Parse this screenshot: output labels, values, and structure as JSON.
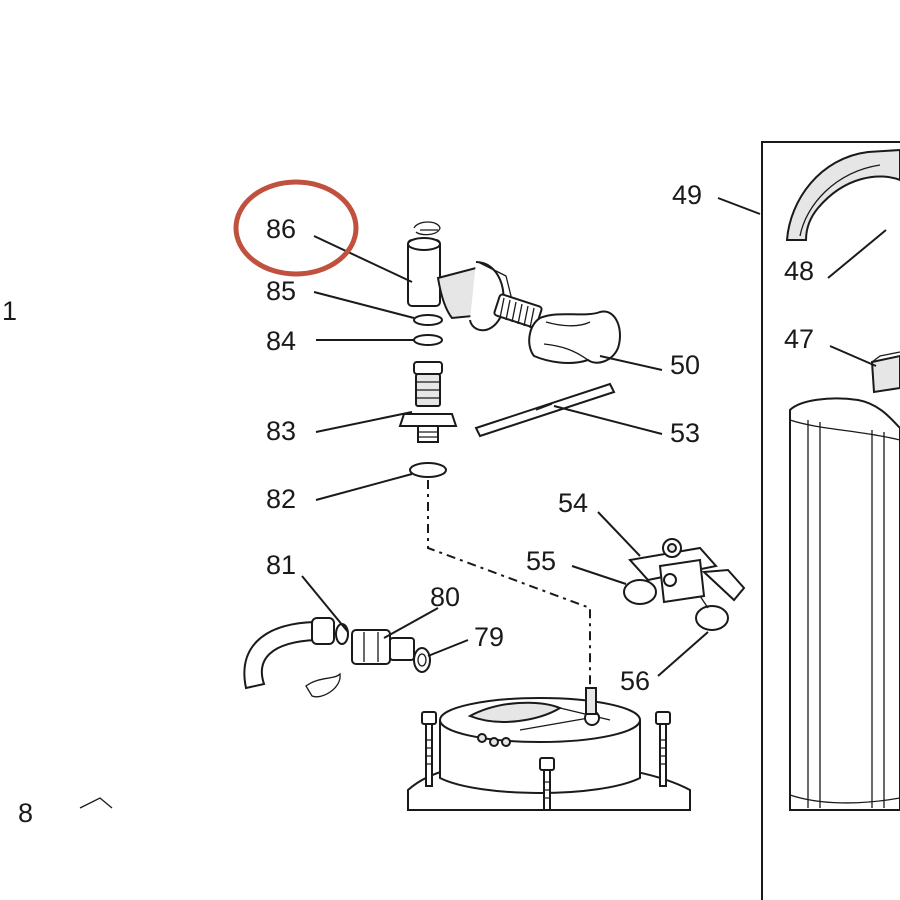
{
  "callouts": {
    "l86": "86",
    "l85": "85",
    "l84": "84",
    "l83": "83",
    "l82": "82",
    "l81": "81",
    "l80": "80",
    "l79": "79",
    "l49": "49",
    "l48": "48",
    "l47": "47",
    "l50": "50",
    "l53": "53",
    "l54": "54",
    "l55": "55",
    "l56": "56",
    "edge_left": "1",
    "edge_bottom_left": "8"
  },
  "highlight": {
    "target": "86",
    "color": "#c0513f"
  },
  "colors": {
    "ink": "#1a1a1a",
    "part_fill": "#e6e6e6",
    "background": "#ffffff"
  }
}
